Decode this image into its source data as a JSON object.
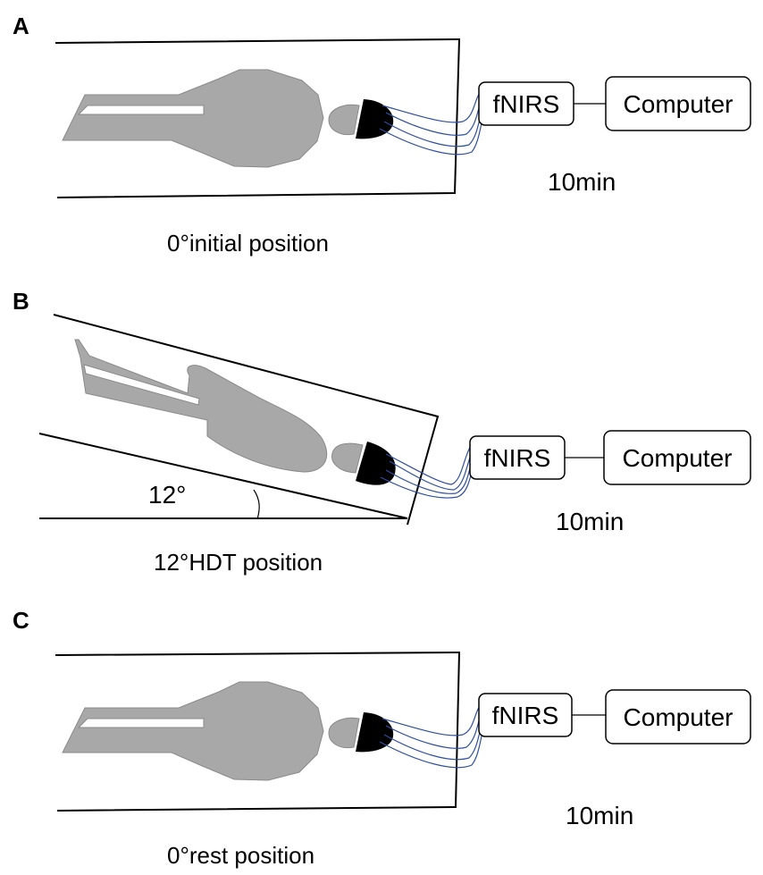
{
  "panels": [
    {
      "label": "A",
      "caption": "0°initial position",
      "device": "fNIRS",
      "computer": "Computer",
      "duration": "10min"
    },
    {
      "label": "B",
      "caption": "12°HDT position",
      "device": "fNIRS",
      "computer": "Computer",
      "duration": "10min",
      "angle": "12°"
    },
    {
      "label": "C",
      "caption": "0°rest position",
      "device": "fNIRS",
      "computer": "Computer",
      "duration": "10min"
    }
  ],
  "colors": {
    "body": "#a8a8a8",
    "cap": "#000000",
    "wires": "#2e4fa0"
  }
}
